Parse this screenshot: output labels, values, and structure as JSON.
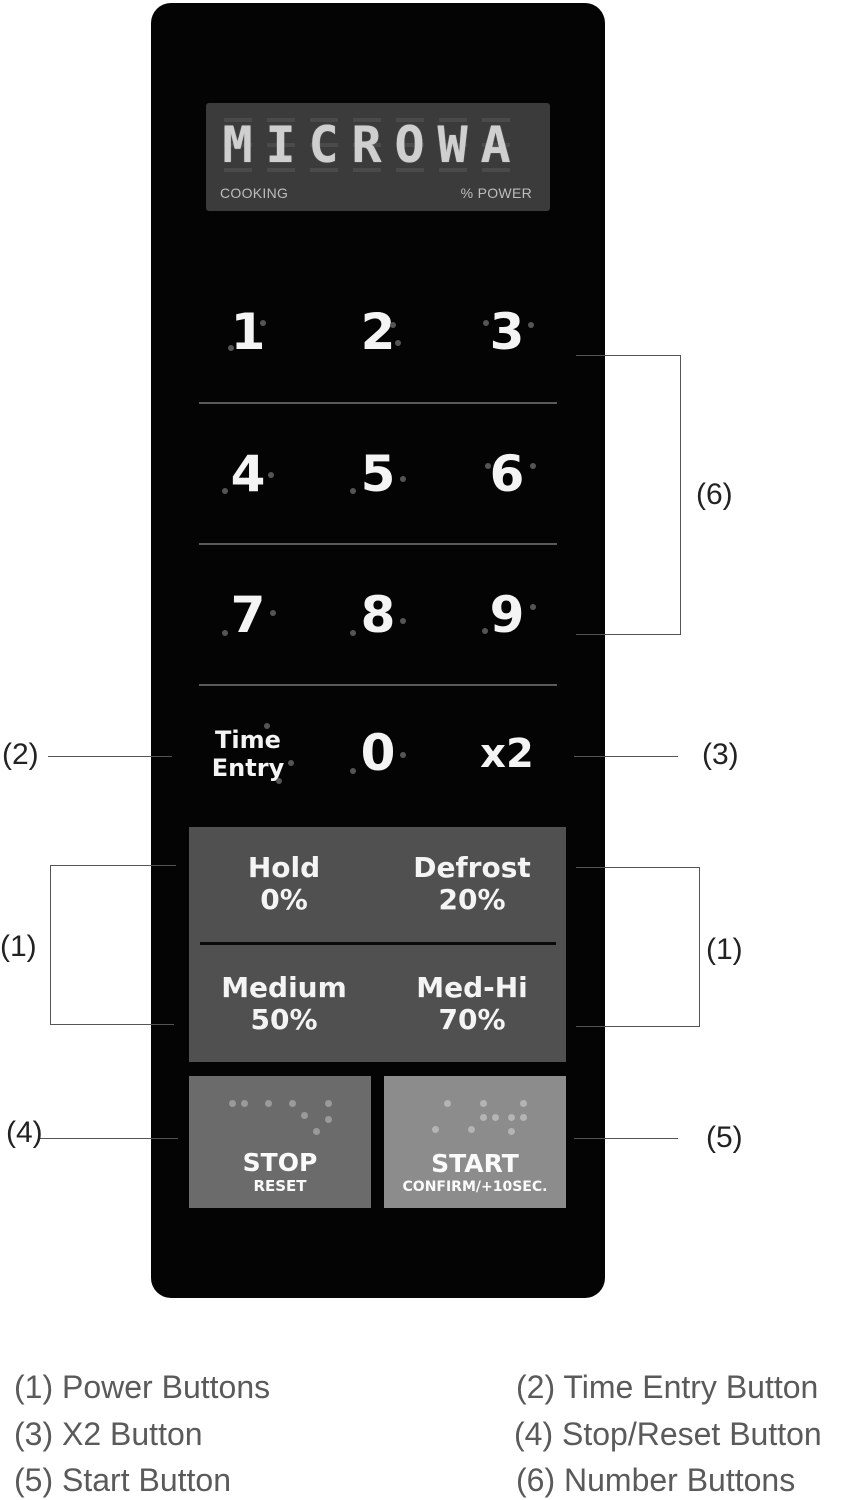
{
  "display": {
    "chars": [
      "M",
      "I",
      "C",
      "R",
      "O",
      "W",
      "A"
    ],
    "cooking_label": "COOKING",
    "power_label": "% POWER"
  },
  "keypad": {
    "digits": [
      "1",
      "2",
      "3",
      "4",
      "5",
      "6",
      "7",
      "8",
      "9"
    ],
    "time_entry_line1": "Time",
    "time_entry_line2": "Entry",
    "zero": "0",
    "x2": "x2"
  },
  "power": {
    "hold_name": "Hold",
    "hold_pct": "0%",
    "defrost_name": "Defrost",
    "defrost_pct": "20%",
    "medium_name": "Medium",
    "medium_pct": "50%",
    "medhi_name": "Med-Hi",
    "medhi_pct": "70%"
  },
  "stop": {
    "main": "STOP",
    "sub": "RESET"
  },
  "start": {
    "main": "START",
    "sub": "CONFIRM/+10SEC."
  },
  "callouts": {
    "c1": "(1)",
    "c2": "(2)",
    "c3": "(3)",
    "c4": "(4)",
    "c5": "(5)",
    "c6": "(6)"
  },
  "legend": {
    "l1": "(1) Power Buttons",
    "l2": "(2) Time Entry Button",
    "l3": "(3) X2 Button",
    "l4": "(4) Stop/Reset Button",
    "l5": "(5) Start Button",
    "l6": "(6) Number Buttons"
  }
}
